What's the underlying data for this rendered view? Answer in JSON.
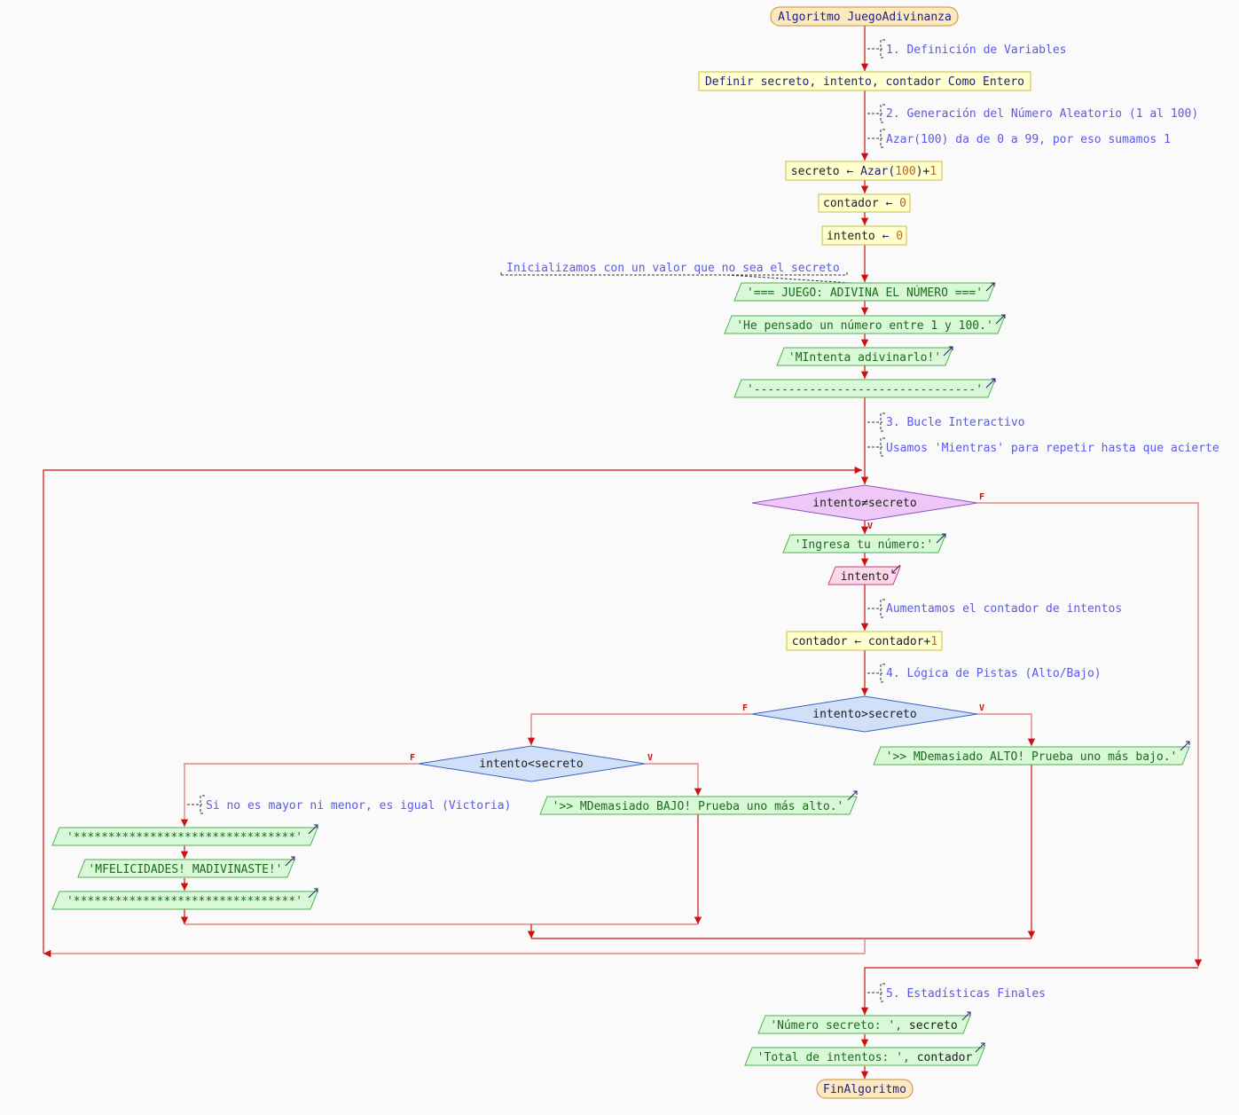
{
  "colors": {
    "line": "#cc1111",
    "line_light": "#e07070",
    "terminal_fill": "#fde9c0",
    "terminal_stroke": "#c89030",
    "process_fill": "#ffffd0",
    "process_stroke": "#c8c040",
    "output_fill": "#d8f8d8",
    "output_stroke": "#50b050",
    "input_fill": "#fcd8e8",
    "input_stroke": "#c84080",
    "loop_fill": "#f0c8f8",
    "loop_stroke": "#9050c0",
    "decision_fill": "#d0e0f8",
    "decision_stroke": "#4060c0",
    "comment": "#5a5ae8"
  },
  "flow": {
    "start": "Algoritmo JuegoAdivinanza",
    "end": "FinAlgoritmo",
    "comments": {
      "c1": "1. Definición de Variables",
      "c2": "2. Generación del Número Aleatorio (1 al 100)",
      "c3": "Azar(100) da de 0 a 99, por eso sumamos 1",
      "c4": "Inicializamos con un valor que no sea el secreto",
      "c5": "3. Bucle Interactivo",
      "c6": "Usamos 'Mientras' para repetir hasta que acierte",
      "c7": "Aumentamos el contador de intentos",
      "c8": "4. Lógica de Pistas (Alto/Bajo)",
      "c9": "Si no es mayor ni menor, es igual (Victoria)",
      "c10": "5. Estadísticas Finales"
    },
    "process": {
      "define": "Definir secreto, intento, contador Como Entero",
      "secreto_var": "secreto",
      "secreto_fn": "Azar(",
      "secreto_num": "100",
      "secreto_close": ")+",
      "secreto_one": "1",
      "contador_var": "contador",
      "contador_val": "0",
      "intento_var": "intento",
      "intento_val": "0",
      "inc_var": "contador",
      "inc_expr": "contador+",
      "inc_one": "1",
      "arrow": "←"
    },
    "outputs": {
      "o1": "'=== JUEGO: ADIVINA EL NÚMERO ==='",
      "o2": "'He pensado un número entre 1 y 100.'",
      "o3": "'MIntenta adivinarlo!'",
      "o4": "'--------------------------------'",
      "o5": "'Ingresa tu número:'",
      "o6": "'>> MDemasiado ALTO! Prueba uno más bajo.'",
      "o7": "'>> MDemasiado BAJO! Prueba uno más alto.'",
      "o8": "'********************************'",
      "o9": "'MFELICIDADES! MADIVINASTE!'",
      "o10": "'********************************'",
      "o11_str": "'Número secreto: ', ",
      "o11_var": "secreto",
      "o12_str": "'Total de intentos: ', ",
      "o12_var": "contador"
    },
    "input": "intento",
    "loop_condition": "intento≠secreto",
    "decision1": "intento>secreto",
    "decision2": "intento<secreto",
    "true_flag": "V",
    "false_flag": "F"
  }
}
